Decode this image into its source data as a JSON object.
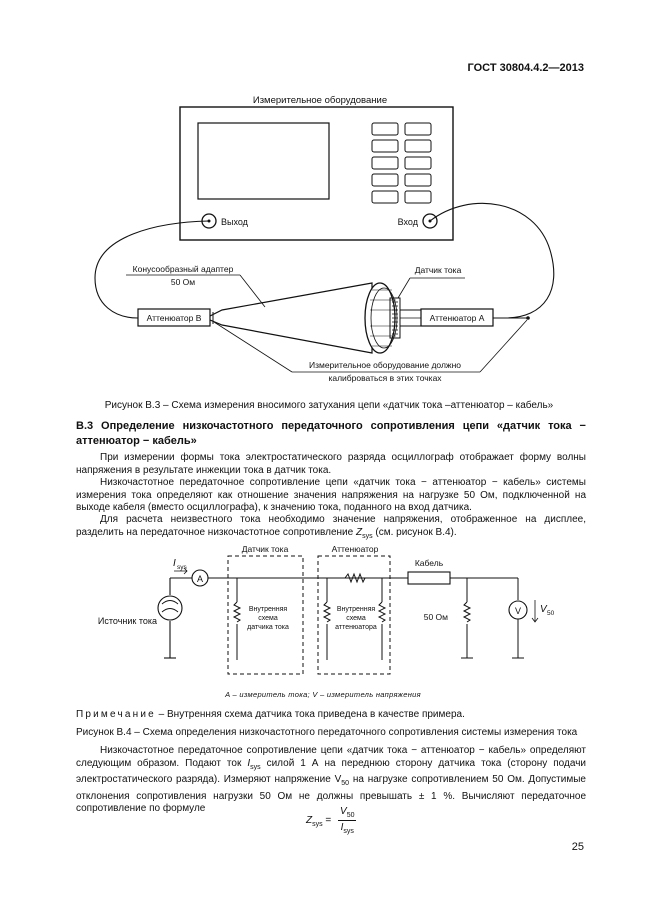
{
  "header": {
    "standard_id": "ГОСТ 30804.4.2—2013"
  },
  "figure_b3": {
    "equipment_title": "Измерительное оборудование",
    "output_label": "Выход",
    "input_label": "Вход",
    "adapter_label_line1": "Конусообразный адаптер",
    "adapter_label_line2": "50 Ом",
    "current_sensor_label": "Датчик тока",
    "attenuator_b_label": "Аттенюатор В",
    "attenuator_a_label": "Аттенюатор А",
    "calibration_note_line1": "Измерительное оборудование должно",
    "calibration_note_line2": "калиброваться в этих точках",
    "caption": "Рисунок В.3 – Схема измерения вносимого затухания цепи «датчик тока –аттенюатор – кабель»"
  },
  "section": {
    "heading": "В.3 Определение низкочастотного передаточного сопротивления цепи «датчик тока − аттенюатор − кабель»"
  },
  "paragraphs": {
    "p1": "При измерении формы тока электростатического разряда осциллограф отображает форму волны напряжения в результате инжекции тока в датчик тока.",
    "p2": "Низкочастотное передаточное сопротивление цепи «датчик тока − аттенюатор − кабель» системы измерения тока определяют как отношение значения напряжения на нагрузке 50 Ом, подключенной на выходе кабеля (вместо осциллографа), к значению тока, поданного на вход датчика.",
    "p3_part1": "Для расчета неизвестного тока необходимо значение напряжения, отображенное на дисплее, разделить на передаточное низкочастотное сопротивление ",
    "p3_sym": "Z",
    "p3_sub": "sys",
    "p3_part2": " (см. рисунок В.4)."
  },
  "figure_b4": {
    "current_sensor": "Датчик тока",
    "attenuator": "Аттенюатор",
    "cable": "Кабель",
    "current_sym": "I",
    "current_sub": "sys",
    "ammeter": "A",
    "voltmeter": "V",
    "voltage_sym": "V",
    "voltage_sub": "50",
    "current_source": "Источник тока",
    "inner_sensor_line1": "Внутренняя",
    "inner_sensor_line2": "схема",
    "inner_sensor_line3": "датчика тока",
    "inner_att_line1": "Внутренняя",
    "inner_att_line2": "схема",
    "inner_att_line3": "аттенюатора",
    "load": "50 Ом",
    "legend": "A – измеритель тока; V – измеритель напряжения",
    "note_word": "Примечание",
    "note_text": " – Внутренняя схема датчика тока приведена в качестве примера.",
    "caption": "Рисунок В.4 – Схема определения низкочастотного передаточного сопротивления системы измерения тока"
  },
  "paragraph4": {
    "a": "Низкочастотное передаточное сопротивление цепи «датчик тока − аттенюатор − кабель» определяют следующим образом. Подают ток ",
    "i_sym": "I",
    "i_sub": "sys",
    "b": " силой 1 А на переднюю сторону датчика тока (сторону подачи электростатического разряда). Измеряют напряжение V",
    "v_sub": "50",
    "c": " на нагрузке сопротивлением 50 Ом. Допустимые отклонения сопротивления нагрузки 50 Ом не должны превышать ± 1 %. Вычисляют передаточное сопротивление по формуле"
  },
  "formula": {
    "lhs": "Z",
    "lhs_sub": "sys",
    "eq": " = ",
    "num": "V",
    "num_sub": "50",
    "den": "I",
    "den_sub": "sys"
  },
  "page_number": "25"
}
